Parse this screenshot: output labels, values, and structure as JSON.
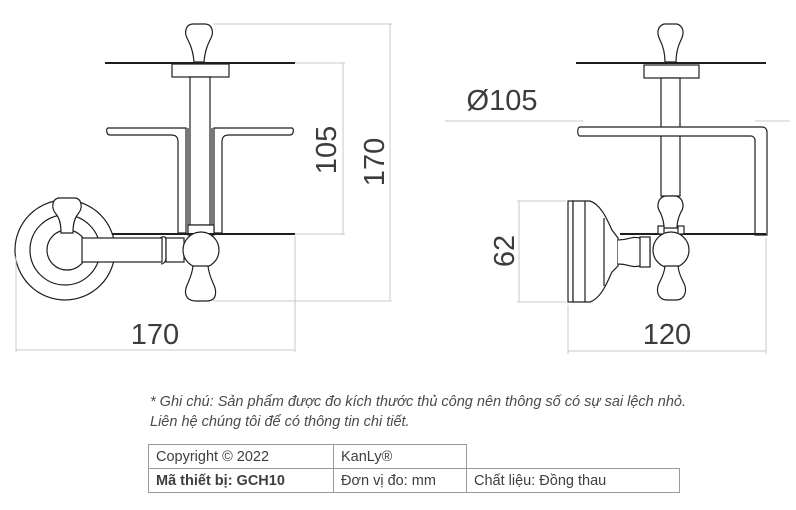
{
  "drawing": {
    "front_view": {
      "width_dim": "170",
      "height_dim": "170",
      "shelf_gap_dim": "105"
    },
    "side_view": {
      "diameter_dim": "Ø105",
      "depth_dim": "120",
      "flange_dim": "62"
    },
    "colors": {
      "line": "#1e1e1e",
      "dim_line": "#c8c8c8",
      "dim_text": "#3c3c3c"
    }
  },
  "note": {
    "text": "* Ghi chú: Sản phẩm được đo kích thước thủ công nên thông số có sự sai lệch nhỏ. Liên hệ chúng tôi để có thông tin chi tiết."
  },
  "spec_table": {
    "rows": [
      [
        "Copyright © 2022",
        "KanLy®",
        ""
      ],
      [
        "Mã thiết bị: GCH10",
        "Đơn vị đo: mm",
        "Chất liệu: Đồng thau"
      ]
    ]
  }
}
